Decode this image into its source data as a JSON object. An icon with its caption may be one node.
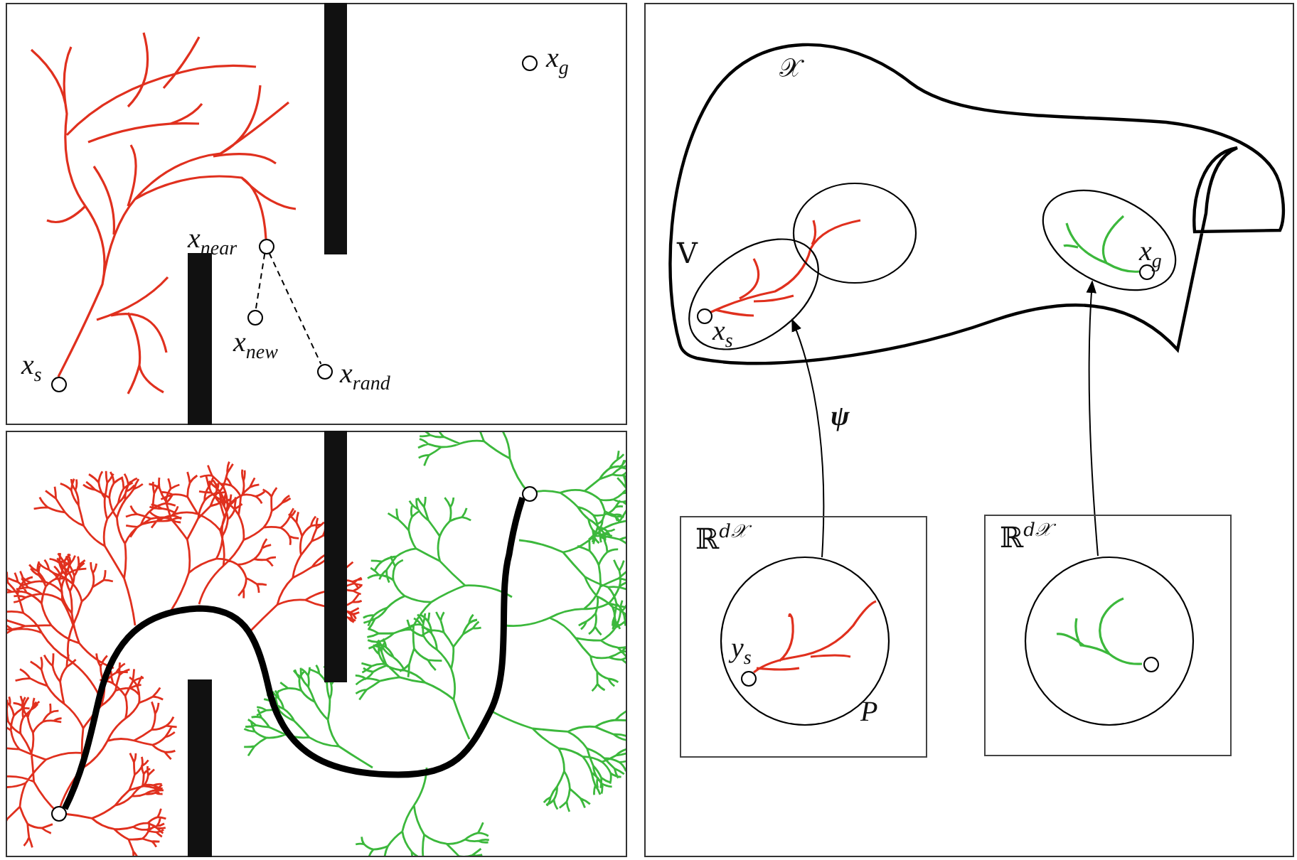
{
  "diagram": {
    "nodes": [
      {
        "text": [
          "x$_{g}$"
        ]
      },
      {
        "text": [
          "x$_{near}$"
        ]
      },
      {
        "text": [
          "x$_{new}$"
        ]
      },
      {
        "text": [
          "x$_{rand}$"
        ]
      },
      {
        "text": [
          "x$_{s}$"
        ]
      },
      {
        "text": [],
        "shape": "circle"
      },
      {
        "text": [],
        "shape": "circle"
      },
      {
        "text": [
          "𝒳"
        ]
      },
      {
        "text": [
          "V"
        ],
        "in": 7
      },
      {
        "text": [
          "x$_{s}$"
        ],
        "in": 8
      },
      {
        "text": [],
        "shape": "ellipse",
        "in": 7
      },
      {
        "text": [],
        "shape": "ellipse",
        "in": 7
      },
      {
        "text": [
          "x$_{g}$"
        ],
        "in": 11
      },
      {
        "text": [
          "ℝ$^{d𝒳}$"
        ]
      },
      {
        "text": [
          "P"
        ],
        "in": 13
      },
      {
        "text": [
          "y$_{s}$"
        ],
        "in": 14
      },
      {
        "text": [
          "ℝ$^{d𝒳}$"
        ]
      },
      {
        "text": [],
        "shape": "circle",
        "in": 16
      },
      {
        "text": [],
        "shape": "circle",
        "in": 17
      }
    ],
    "edges": [
      {
        "from": 1,
        "to": 2,
        "arrow": "none",
        "style": "dashed"
      },
      {
        "from": 1,
        "to": 3,
        "arrow": "none",
        "style": "dashed"
      },
      {
        "from": 14,
        "to": 8,
        "arrow": "to",
        "label": "ψ"
      },
      {
        "from": 17,
        "to": 11,
        "arrow": "to"
      },
      {
        "from": 5,
        "to": 6,
        "arrow": "none",
        "style": "thick"
      }
    ]
  }
}
